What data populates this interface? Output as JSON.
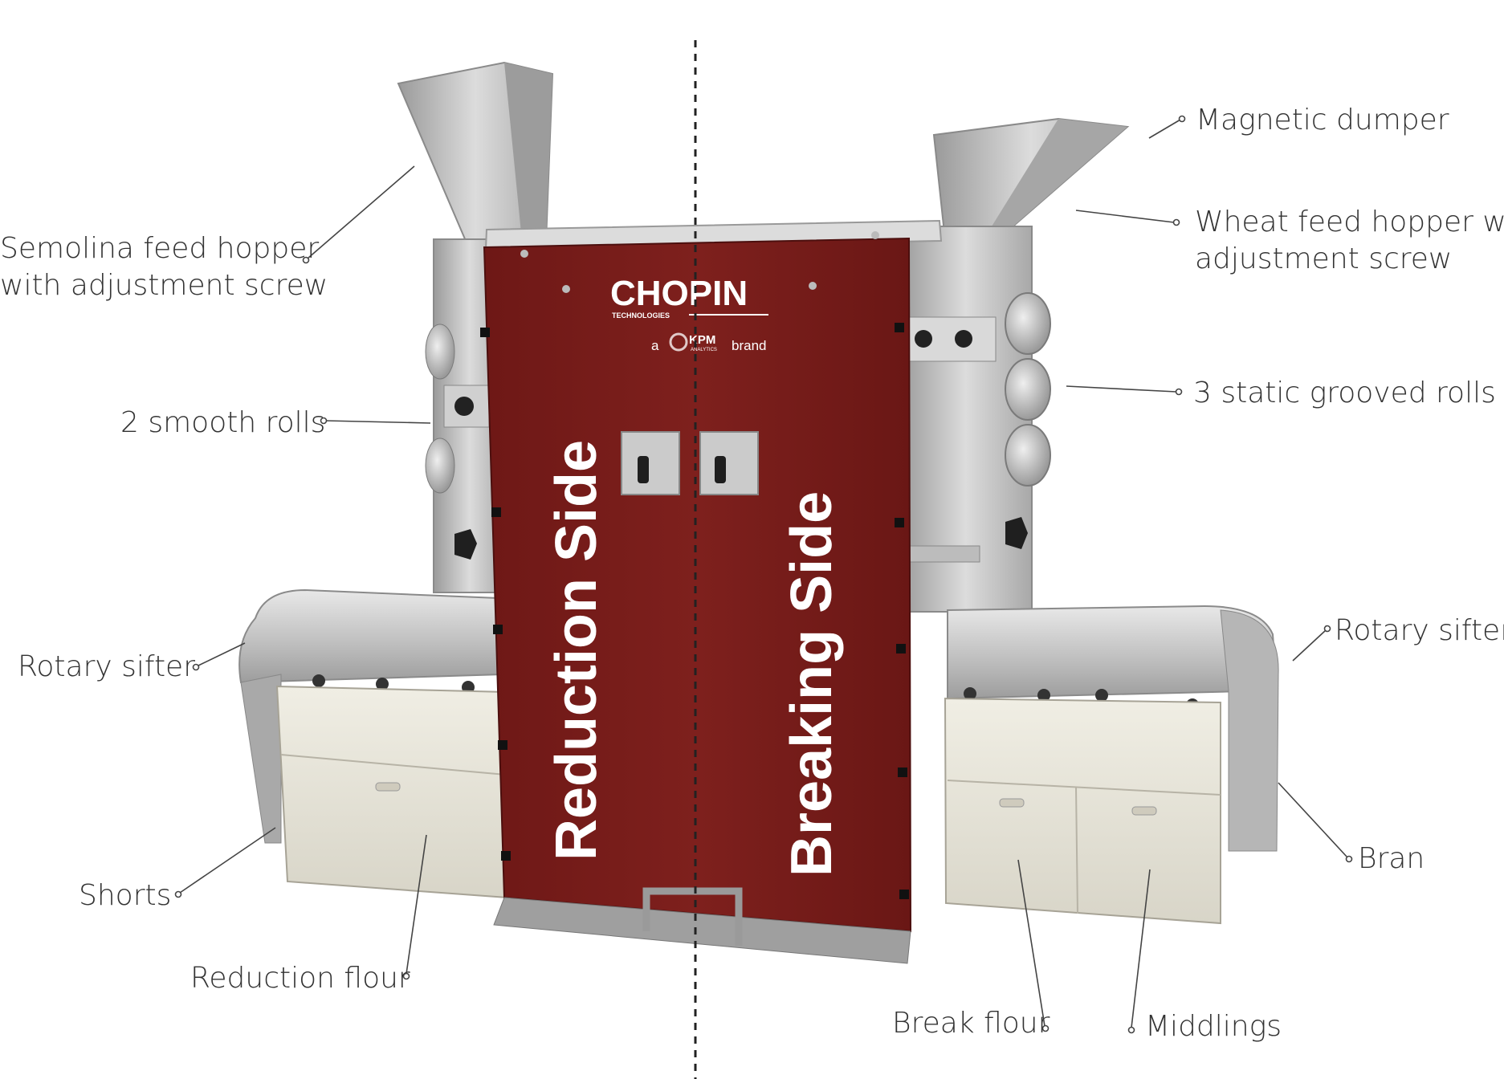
{
  "diagram": {
    "brand": {
      "logo_main": "CHOPIN",
      "logo_sub": "TECHNOLOGIES",
      "tagline_a": "a",
      "tagline_kpm": "KPM",
      "tagline_kpm_sub": "ANALYTICS",
      "tagline_brand": "brand"
    },
    "sides": {
      "left": "Reduction Side",
      "right": "Breaking Side"
    },
    "labels": {
      "semolina_hopper": [
        "Semolina feed hopper",
        "with adjustment screw"
      ],
      "smooth_rolls": "2 smooth rolls",
      "rotary_sifter_left": "Rotary sifter",
      "shorts": "Shorts",
      "reduction_flour": "Reduction flour",
      "magnetic_dumper": "Magnetic dumper",
      "wheat_hopper": [
        "Wheat feed hopper with",
        "adjustment screw"
      ],
      "grooved_rolls": "3 static grooved rolls",
      "rotary_sifter_right": "Rotary sifter",
      "bran": "Bran",
      "break_flour": "Break flour",
      "middlings": "Middlings"
    },
    "colors": {
      "panel": "#7a1c1a",
      "metal": "#c9c9c9",
      "bin": "#e6e4d9",
      "text": "#333333",
      "leader": "#444444"
    }
  }
}
